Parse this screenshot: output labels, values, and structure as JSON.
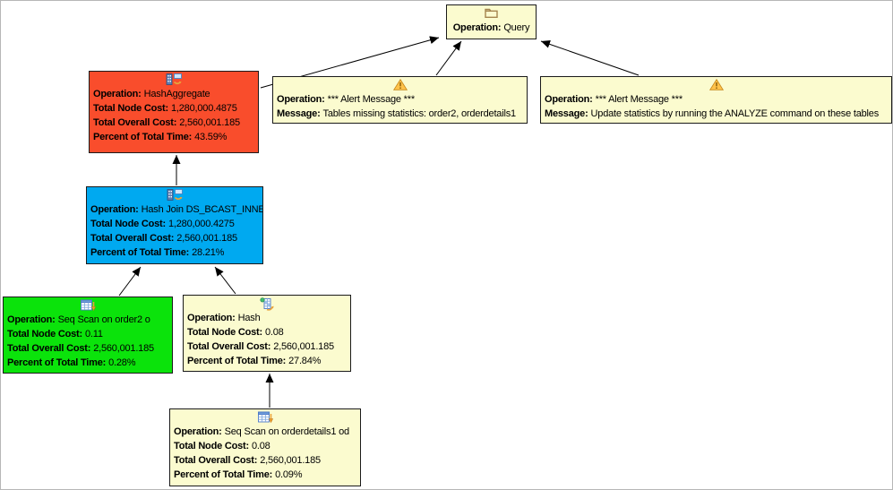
{
  "colors": {
    "canvas_bg": "#FFFFFF",
    "node_default_bg": "#FBFBCF",
    "node_critical_bg": "#F94D2C",
    "node_info_bg": "#00A9F0",
    "node_ok_bg": "#0BE30B",
    "node_border": "#1A1A1A",
    "edge": "#000000",
    "warning_icon": "#FFC24A",
    "folder_icon": "#A5854E"
  },
  "nodes": {
    "query": {
      "icon": "folder-icon",
      "fields": [
        {
          "label": "Operation:",
          "value": "Query"
        }
      ]
    },
    "hash_aggregate": {
      "icon": "aggregate-icon",
      "fields": [
        {
          "label": "Operation:",
          "value": "HashAggregate"
        },
        {
          "label": "Total Node Cost:",
          "value": "1,280,000.4875"
        },
        {
          "label": "Total Overall Cost:",
          "value": "2,560,001.185"
        },
        {
          "label": "Percent of Total Time:",
          "value": "43.59%"
        }
      ]
    },
    "alert_missing_stats": {
      "icon": "warning-icon",
      "fields": [
        {
          "label": "Operation:",
          "value": "*** Alert Message ***"
        },
        {
          "label": "Message:",
          "value": "Tables missing statistics: order2, orderdetails1"
        }
      ]
    },
    "alert_analyze": {
      "icon": "warning-icon",
      "fields": [
        {
          "label": "Operation:",
          "value": "*** Alert Message ***"
        },
        {
          "label": "Message:",
          "value": "Update statistics by running the ANALYZE command on these tables"
        }
      ]
    },
    "hash_join": {
      "icon": "join-icon",
      "fields": [
        {
          "label": "Operation:",
          "value": "Hash Join DS_BCAST_INNER"
        },
        {
          "label": "Total Node Cost:",
          "value": "1,280,000.4275"
        },
        {
          "label": "Total Overall Cost:",
          "value": "2,560,001.185"
        },
        {
          "label": "Percent of Total Time:",
          "value": "28.21%"
        }
      ]
    },
    "seq_scan_order2": {
      "icon": "table-scan-icon",
      "fields": [
        {
          "label": "Operation:",
          "value": "Seq Scan on order2 o"
        },
        {
          "label": "Total Node Cost:",
          "value": "0.11"
        },
        {
          "label": "Total Overall Cost:",
          "value": "2,560,001.185"
        },
        {
          "label": "Percent of Total Time:",
          "value": "0.28%"
        }
      ]
    },
    "hash": {
      "icon": "hash-icon",
      "fields": [
        {
          "label": "Operation:",
          "value": "Hash"
        },
        {
          "label": "Total Node Cost:",
          "value": "0.08"
        },
        {
          "label": "Total Overall Cost:",
          "value": "2,560,001.185"
        },
        {
          "label": "Percent of Total Time:",
          "value": "27.84%"
        }
      ]
    },
    "seq_scan_orderdetails1": {
      "icon": "table-scan-icon",
      "fields": [
        {
          "label": "Operation:",
          "value": "Seq Scan on orderdetails1 od"
        },
        {
          "label": "Total Node Cost:",
          "value": "0.08"
        },
        {
          "label": "Total Overall Cost:",
          "value": "2,560,001.185"
        },
        {
          "label": "Percent of Total Time:",
          "value": "0.09%"
        }
      ]
    }
  }
}
